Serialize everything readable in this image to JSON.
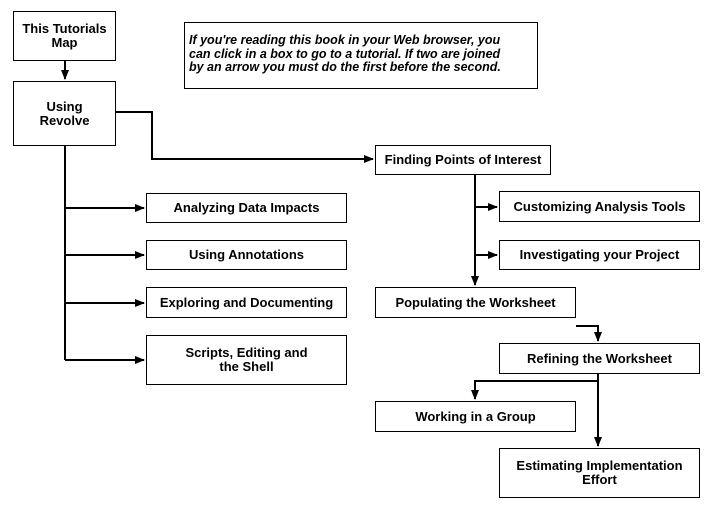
{
  "diagram": {
    "note": "If you're reading this book in your Web browser, you\ncan click in a box to go to a tutorial. If two are joined\nby an arrow you must do the first before the second.",
    "boxes": {
      "map": "This Tutorials\nMap",
      "using_revolve": "Using\nRevolve",
      "analyzing": "Analyzing Data Impacts",
      "annotations": "Using Annotations",
      "exploring": "Exploring and Documenting",
      "scripts": "Scripts, Editing and\nthe Shell",
      "finding": "Finding Points of Interest",
      "customizing": "Customizing Analysis Tools",
      "investigating": "Investigating your Project",
      "populating": "Populating the Worksheet",
      "refining": "Refining the Worksheet",
      "group": "Working in a Group",
      "estimating": "Estimating Implementation\nEffort"
    },
    "edges": [
      [
        "map",
        "using_revolve"
      ],
      [
        "using_revolve",
        "finding"
      ],
      [
        "using_revolve",
        "analyzing"
      ],
      [
        "using_revolve",
        "annotations"
      ],
      [
        "using_revolve",
        "exploring"
      ],
      [
        "using_revolve",
        "scripts"
      ],
      [
        "finding",
        "customizing"
      ],
      [
        "finding",
        "investigating"
      ],
      [
        "finding",
        "populating"
      ],
      [
        "populating",
        "refining"
      ],
      [
        "refining",
        "group"
      ],
      [
        "refining",
        "estimating"
      ]
    ]
  }
}
